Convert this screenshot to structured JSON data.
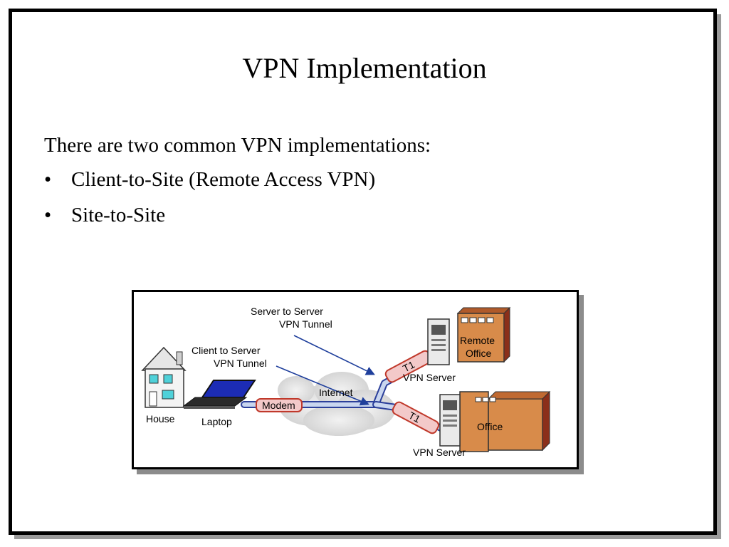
{
  "slide": {
    "title": "VPN Implementation",
    "intro": "There are two common VPN implementations:",
    "bullets": [
      "Client-to-Site (Remote Access VPN)",
      "Site-to-Site"
    ],
    "bullet_glyph": "•"
  },
  "diagram": {
    "labels": {
      "server_tunnel_line1": "Server to Server",
      "server_tunnel_line2": "VPN Tunnel",
      "client_tunnel_line1": "Client to Server",
      "client_tunnel_line2": "VPN Tunnel",
      "internet": "Internet",
      "modem": "Modem",
      "house": "House",
      "laptop": "Laptop",
      "t1_top": "T1",
      "t1_bottom": "T1",
      "vpn_server_top": "VPN Server",
      "vpn_server_bottom": "VPN Server",
      "remote_office_line1": "Remote",
      "remote_office_line2": "Office",
      "office": "Office"
    },
    "icons": [
      "house-icon",
      "laptop-icon",
      "modem-icon",
      "cloud-icon",
      "server-icon",
      "building-icon"
    ],
    "colors": {
      "tube_fill": "#c9d6ef",
      "tube_stroke": "#2b3f9a",
      "connector_fill": "#f3c9c9",
      "connector_stroke": "#c0392b",
      "building_fill": "#d88b4a",
      "building_dark": "#8b2f1a"
    }
  }
}
